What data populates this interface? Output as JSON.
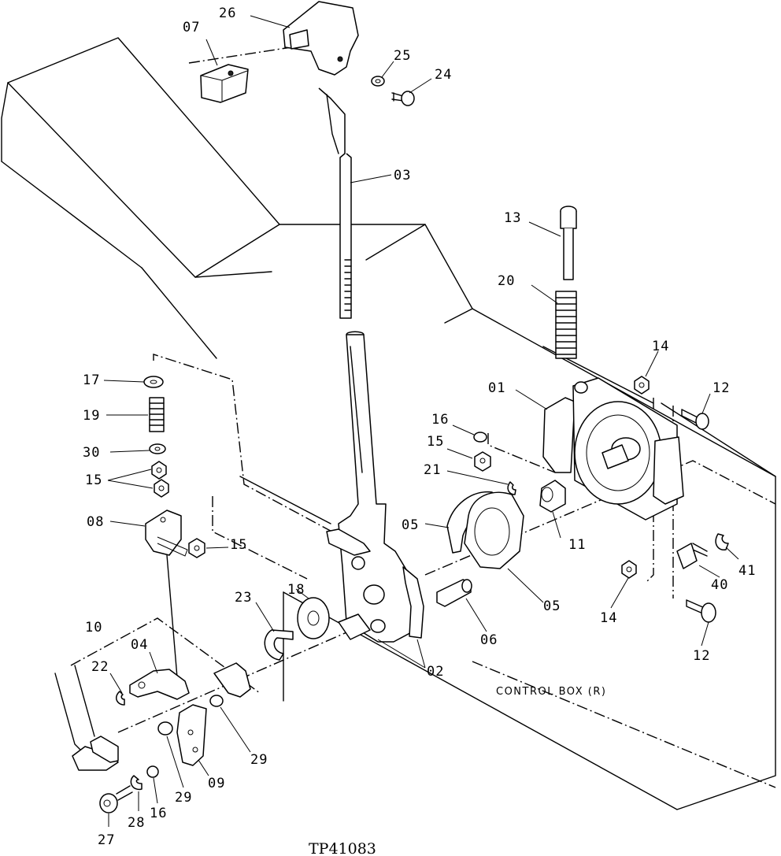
{
  "figure_id": "TP41083",
  "box_caption": "CONTROL BOX (R)",
  "labels": {
    "l26": "26",
    "l07": "07",
    "l25": "25",
    "l24": "24",
    "l03": "03",
    "l13": "13",
    "l20": "20",
    "l14a": "14",
    "l12a": "12",
    "l01": "01",
    "l16a": "16",
    "l15a": "15",
    "l21": "21",
    "l17": "17",
    "l19": "19",
    "l30": "30",
    "l15b": "15",
    "l08": "08",
    "l15c": "15",
    "l05a": "05",
    "l11": "11",
    "l41": "41",
    "l40": "40",
    "l18": "18",
    "l23": "23",
    "l05b": "05",
    "l14b": "14",
    "l12b": "12",
    "l10": "10",
    "l06": "06",
    "l04": "04",
    "l02": "02",
    "l22": "22",
    "l29a": "29",
    "l09": "09",
    "l29b": "29",
    "l16b": "16",
    "l28": "28",
    "l27": "27"
  }
}
